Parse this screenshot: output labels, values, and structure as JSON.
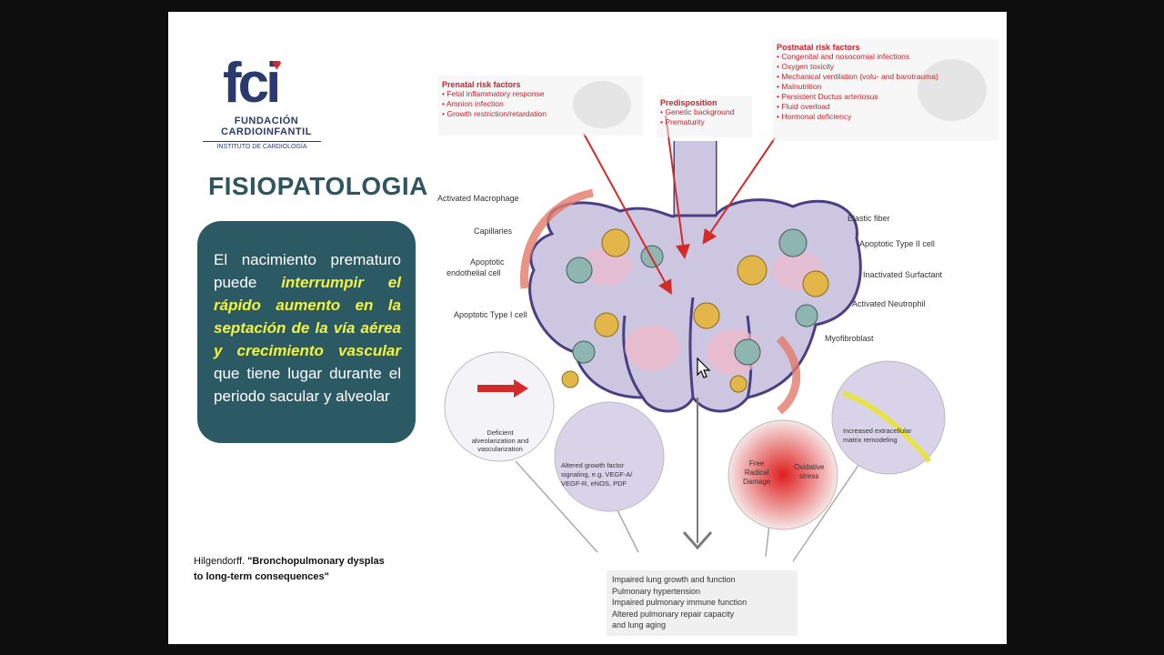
{
  "logo": {
    "mark": "fci",
    "line1": "FUNDACIÓN",
    "line2": "CARDIOINFANTIL",
    "sub": "INSTITUTO DE CARDIOLOGÍA"
  },
  "slide_title": "FISIOPATOLOGIA",
  "callout": {
    "t1": "El nacimiento prematuro puede ",
    "h1": "interrumpir el rápido aumento en la septación de la vía aérea y crecimiento vascular",
    "t2": " que tiene lugar durante el periodo sacular y alveolar"
  },
  "citation": {
    "author": "Hilgendorff. ",
    "title_line1": "\"Bronchopulmonary dysplas",
    "title_line2": "to long-term consequences\""
  },
  "figure": {
    "prenatal": {
      "title": "Prenatal risk factors",
      "items": [
        "• Fetal inflammatory response",
        "• Amnion infection",
        "• Growth restriction/retardation"
      ]
    },
    "predisposition": {
      "title": "Predisposition",
      "items": [
        "• Genetic background",
        "• Prematurity"
      ]
    },
    "postnatal": {
      "title": "Postnatal risk factors",
      "items": [
        "• Congenital and nosocomial infections",
        "• Oxygen toxicity",
        "• Mechanical ventilation (volu- and barotrauma)",
        "• Malnutrition",
        "• Persistent Ductus arteriosus",
        "• Fluid overload",
        "• Hormonal deficiency"
      ]
    },
    "labels": {
      "activated_macrophage": "Activated Macrophage",
      "capillaries": "Capillaries",
      "apoptotic_endothelial_1": "Apoptotic",
      "apoptotic_endothelial_2": "endothelial cell",
      "apoptotic_type1": "Apoptotic Type I cell",
      "elastic_fiber": "Elastic fiber",
      "apoptotic_type2": "Apoptotic Type II cell",
      "inactivated_surfactant": "Inactivated Surfactant",
      "activated_neutrophil": "Activated Neutrophil",
      "myofibroblast": "Myofibroblast"
    },
    "circles": {
      "c1_1": "Deficient",
      "c1_2": "alveolarization and",
      "c1_3": "vascularization",
      "c2_1": "Altered growth factor",
      "c2_2": "signaling, e.g. VEGF-A/",
      "c2_3": "VEGF-R, eNOS, PDF",
      "c3_1": "Free",
      "c3_2": "Radical",
      "c3_3": "Damage",
      "c3_4": "Oxidative",
      "c3_5": "stress",
      "c4_1": "Increased extracellular",
      "c4_2": "matrix remodeling"
    },
    "outcomes": [
      "Impaired lung growth and function",
      "Pulmonary hypertension",
      "Impaired pulmonary immune function",
      "Altered pulmonary repair capacity",
      "and lung aging"
    ]
  },
  "colors": {
    "background": "#0e0e0e",
    "callout": "#2c5a64",
    "highlight": "#f3f33a",
    "title": "#2e5560",
    "risk_red": "#c8232c",
    "lung": "#cdc6e0"
  }
}
